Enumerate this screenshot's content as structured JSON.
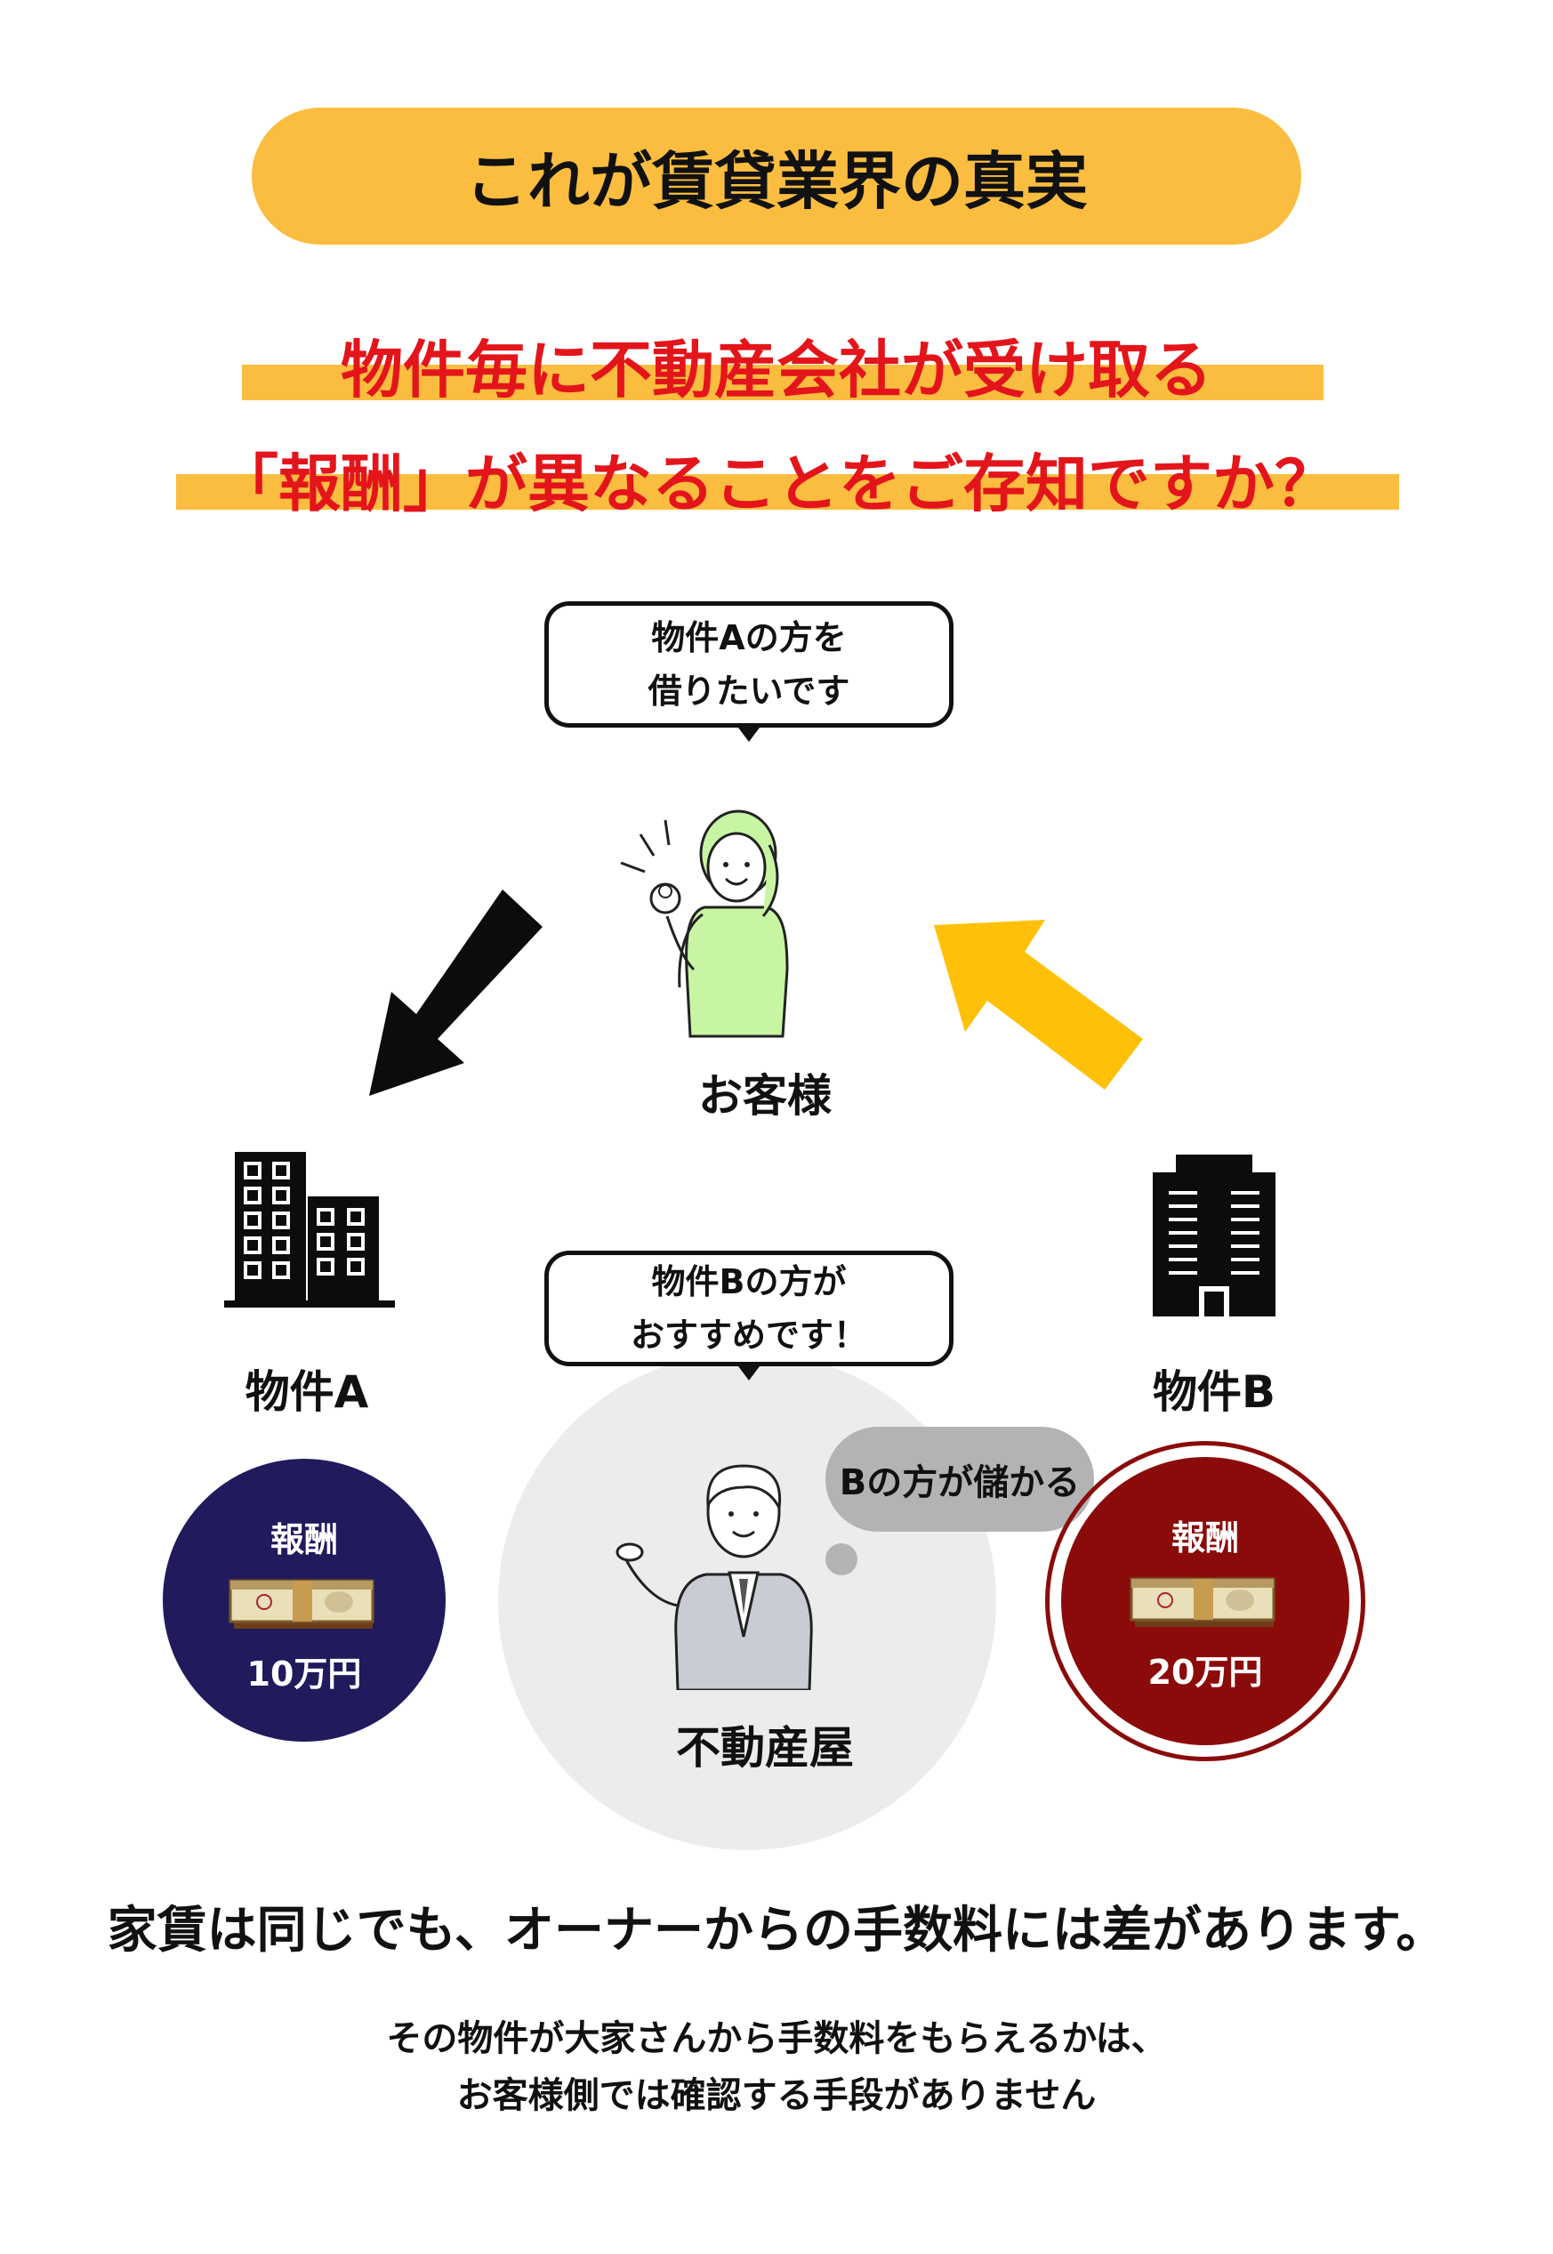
{
  "header": {
    "title": "これが賃貸業界の真実"
  },
  "lead": {
    "line1": "物件毎に不動産会社が受け取る",
    "line2": "「報酬」が異なることをご存知ですか？"
  },
  "customer": {
    "speech_line1": "物件Aの方を",
    "speech_line2": "借りたいです",
    "label": "お客様"
  },
  "agent": {
    "speech_line1": "物件Bの方が",
    "speech_line2": "おすすめです！",
    "thought": "Bの方が儲かる",
    "label": "不動産屋"
  },
  "property_a": {
    "label": "物件A",
    "fee_title": "報酬",
    "fee_amount": "10万円"
  },
  "property_b": {
    "label": "物件B",
    "fee_title": "報酬",
    "fee_amount": "20万円"
  },
  "footer": {
    "main": "家賃は同じでも、オーナーからの手数料には差があります。",
    "sub_line1": "その物件が大家さんから手数料をもらえるかは、",
    "sub_line2": "お客様側では確認する手段がありません"
  },
  "colors": {
    "accent_yellow": "#fbbd3f",
    "lead_red": "#e3151b",
    "fee_a_navy": "#211a5c",
    "fee_b_maroon": "#8b0b0b",
    "customer_green": "#c8f5a3",
    "agent_grey_circle": "#ececec"
  }
}
